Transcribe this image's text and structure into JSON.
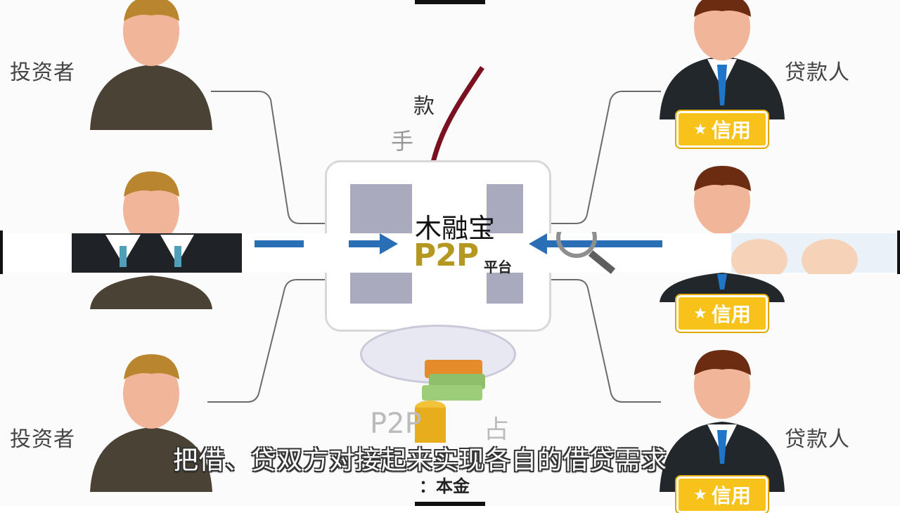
{
  "investor_label": "投资者",
  "borrower_label": "贷款人",
  "credit_badge": "信用",
  "credit_star": "★",
  "top_word": "款",
  "hand_word": "手",
  "platform_name": "木融宝",
  "platform_p2p": "P2P",
  "platform_suffix": "平台",
  "bottom_p2p": "P2P",
  "bottom_partial": "占",
  "principal_text": "：本金",
  "subtitle": "把借、贷双方对接起来实现各自的借贷需求"
}
